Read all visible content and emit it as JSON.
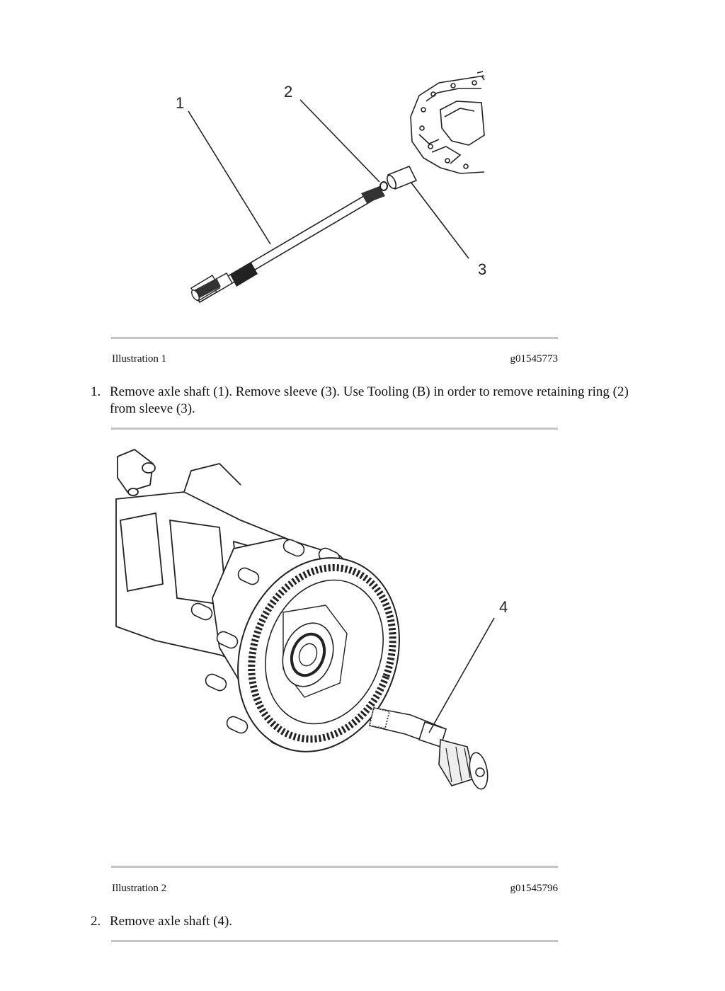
{
  "figures": [
    {
      "caption_label": "Illustration 1",
      "caption_id": "g01545773",
      "callouts": [
        "1",
        "2",
        "3"
      ]
    },
    {
      "caption_label": "Illustration 2",
      "caption_id": "g01545796",
      "callouts": [
        "4"
      ]
    }
  ],
  "steps": [
    {
      "number": "1.",
      "text": "Remove axle shaft (1). Remove sleeve (3). Use Tooling (B) in order to remove retaining ring (2) from sleeve (3)."
    },
    {
      "number": "2.",
      "text": "Remove axle shaft (4)."
    }
  ]
}
